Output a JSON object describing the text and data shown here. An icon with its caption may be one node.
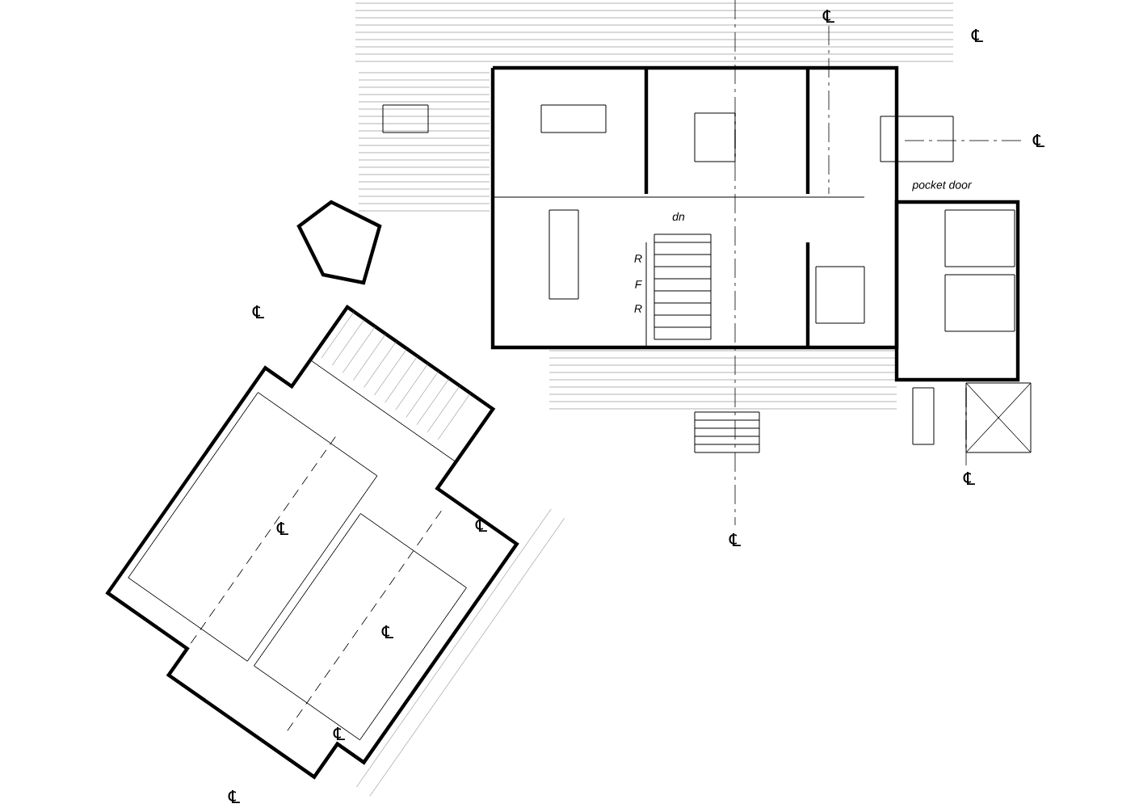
{
  "diagram": {
    "labels": [
      "℄",
      "℄",
      "℄",
      "pocket door",
      "dn",
      "R",
      "F",
      "R",
      "℄",
      "℄",
      "℄",
      "℄",
      "℄",
      "℄",
      "℄",
      "℄"
    ]
  }
}
